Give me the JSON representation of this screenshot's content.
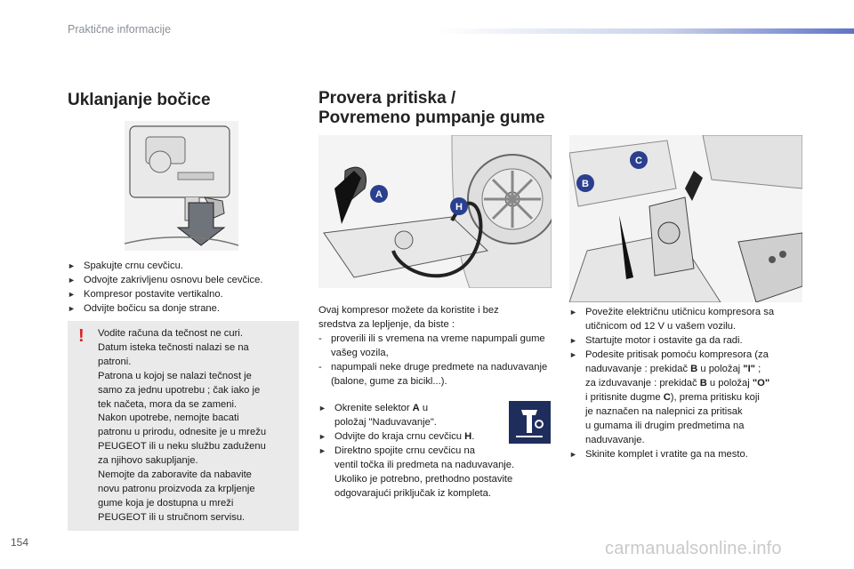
{
  "header": {
    "title": "Praktične informacije"
  },
  "page_number": "154",
  "watermark": "carmanualsonline.info",
  "left": {
    "heading": "Uklanjanje bočice",
    "steps": [
      "Spakujte crnu cevčicu.",
      "Odvojte zakrivljenu osnovu bele cevčice.",
      "Kompresor postavite vertikalno.",
      "Odvijte bočicu sa donje strane."
    ],
    "warning_lines": [
      "Vodite računa da tečnost ne curi.",
      "Datum isteka tečnosti nalazi se na",
      "patroni.",
      "Patrona u kojoj se nalazi tečnost je",
      "samo za jednu upotrebu ; čak iako je",
      "tek načeta, mora da se zameni.",
      "Nakon upotrebe, nemojte bacati",
      "patronu u prirodu, odnesite je u mrežu",
      "PEUGEOT ili u neku službu zaduženu",
      "za njihovo sakupljanje.",
      "Nemojte da zaboravite da nabavite",
      "novu patronu proizvoda za krpljenje",
      "gume koja je dostupna u mreži",
      "PEUGEOT ili u stručnom servisu."
    ]
  },
  "middle": {
    "heading_line1": "Provera pritiska /",
    "heading_line2": "Povremeno pumpanje gume",
    "intro_lines": [
      "Ovaj kompresor možete da koristite i bez",
      "sredstva za lepljenje, da biste :"
    ],
    "intro_dashes": [
      "proverili ili s vremena na vreme napumpali gume vašeg vozila,",
      "napumpali neke druge predmete na naduvavanje (balone, gume za bicikl...)."
    ],
    "step1_a": "Okrenite selektor ",
    "step1_b": "A",
    "step1_c": " u",
    "step1_d": "položaj \"Naduvavanje\".",
    "step2_a": "Odvijte do kraja crnu cevčicu ",
    "step2_b": "H",
    "step2_c": ".",
    "step3_lines": [
      "Direktno spojite crnu cevčicu na",
      "ventil točka ili predmeta na naduvavanje.",
      "Ukoliko je potrebno, prethodno postavite",
      "odgovarajući priključak iz kompleta."
    ],
    "labels": {
      "A": "A",
      "H": "H"
    }
  },
  "right": {
    "step1_lines": [
      "Povežite električnu utičnicu kompresora sa",
      "utičnicom od 12 V u vašem vozilu."
    ],
    "step2": "Startujte motor i ostavite ga da radi.",
    "step3": {
      "l1": "Podesite pritisak pomoću kompresora (za",
      "l2a": "naduvavanje : prekidač ",
      "l2b": "B",
      "l2c": " u položaj ",
      "l2d": "\"I\"",
      "l2e": " ;",
      "l3a": "za izduvavanje : prekidač ",
      "l3b": "B",
      "l3c": " u položaj ",
      "l3d": "\"O\"",
      "l4a": "i pritisnite dugme ",
      "l4b": "C",
      "l4c": "), prema pritisku koji",
      "l5": "je naznačen na nalepnici za pritisak",
      "l6": "u gumama ili drugim predmetima na",
      "l7": "naduvavanje."
    },
    "step4": "Skinite komplet i vratite ga na mesto.",
    "labels": {
      "B": "B",
      "C": "C"
    }
  },
  "colors": {
    "accent": "#d8232a",
    "badge": "#2b3f8f",
    "header_gradient_end": "#5f74c6"
  },
  "icons": {
    "bullet": "black-triangle-bullet-icon",
    "warning": "exclamation-icon"
  }
}
